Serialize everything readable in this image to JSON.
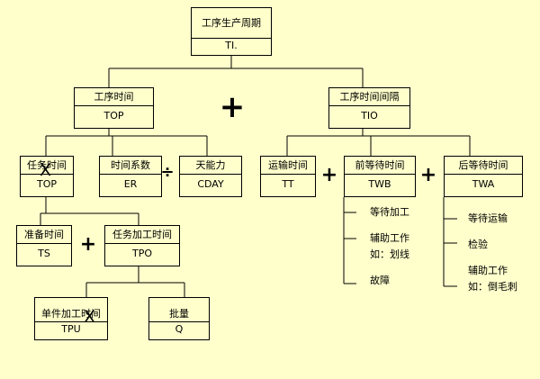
{
  "nodes": {
    "ti": {
      "label": "工序生产周期",
      "code": "TI."
    },
    "top": {
      "label": "工序时间",
      "code": "TOP"
    },
    "tio": {
      "label": "工序时间间隔",
      "code": "TIO"
    },
    "task_time": {
      "label": "任务时间",
      "code": "TOP"
    },
    "er": {
      "label": "时间系数",
      "code": "ER"
    },
    "cday": {
      "label": "天能力",
      "code": "CDAY"
    },
    "tt": {
      "label": "运输时间",
      "code": "TT"
    },
    "twb": {
      "label": "前等待时间",
      "code": "TWB"
    },
    "twa": {
      "label": "后等待时间",
      "code": "TWA"
    },
    "ts": {
      "label": "准备时间",
      "code": "TS"
    },
    "tpo": {
      "label": "任务加工时间",
      "code": "TPO"
    },
    "tpu": {
      "label": "单件加工时间",
      "code": "TPU"
    },
    "q": {
      "label": "批量",
      "code": "Q"
    }
  },
  "twb_items": [
    "等待加工",
    "辅助工作",
    "如：划线",
    "故障"
  ],
  "twa_items": [
    "等待运输",
    "检验",
    "辅助工作",
    "如：倒毛刺"
  ],
  "operators": {
    "plus": "+",
    "divide": "÷",
    "times": "X"
  }
}
